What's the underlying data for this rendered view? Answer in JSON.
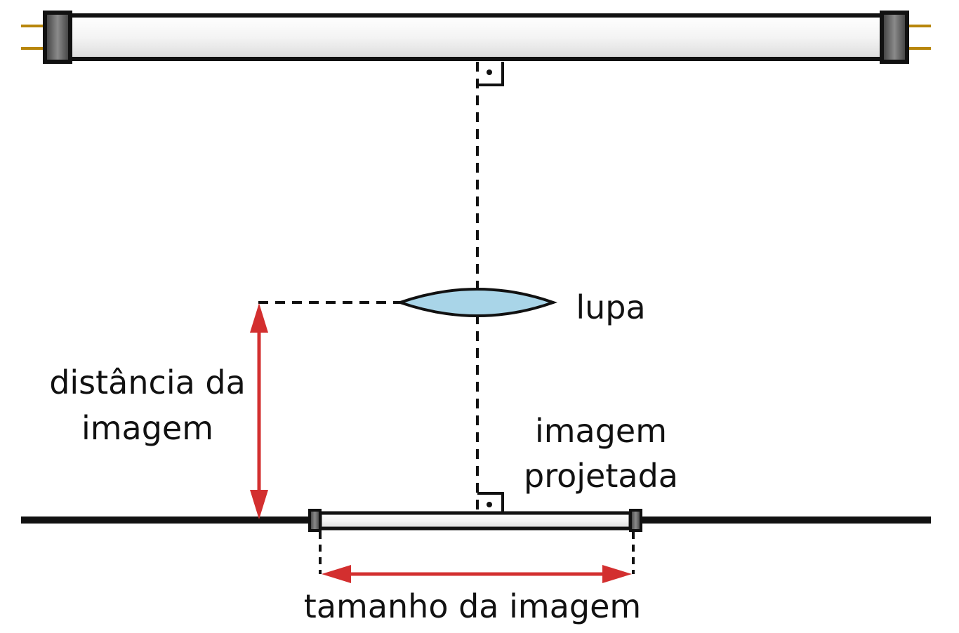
{
  "labels": {
    "lens": "lupa",
    "image_distance_line1": "distância da",
    "image_distance_line2": "imagem",
    "projected_image_line1": "imagem",
    "projected_image_line2": "projetada",
    "image_size": "tamanho da imagem"
  },
  "colors": {
    "outline": "#111111",
    "arrow": "#d32f2f",
    "lens_fill": "#a9d5e8",
    "tube_fill": "#f2f2f2",
    "cap_fill": "#555555"
  }
}
